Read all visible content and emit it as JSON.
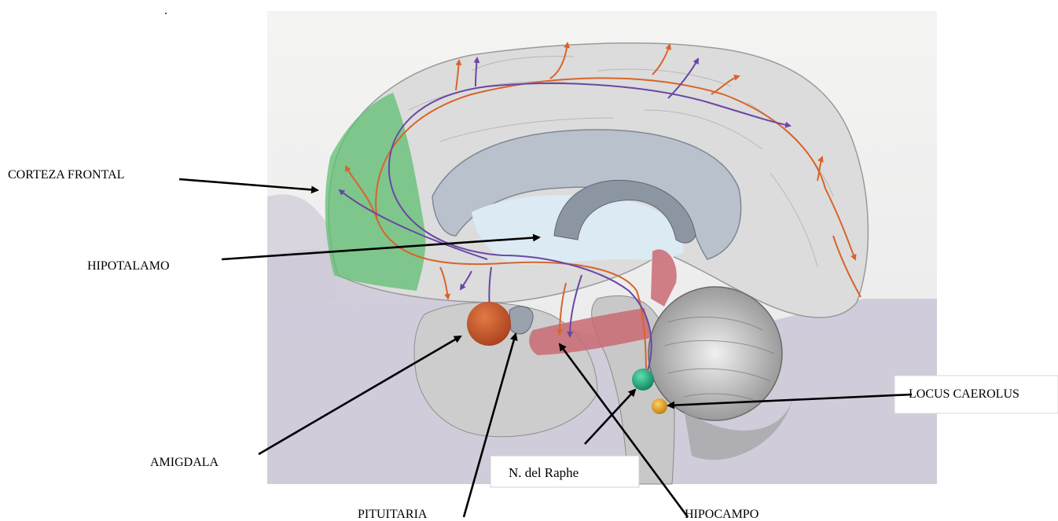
{
  "dot": ".",
  "labels": {
    "corteza_frontal": "CORTEZA FRONTAL",
    "hipotalamo": "HIPOTALAMO",
    "amigdala": "AMIGDALA",
    "pituitaria": "PITUITARIA",
    "hipocampo": "HIPOCAMPO",
    "locus_caerolus": "LOCUS CAEROLUS",
    "raphe": "N. del Raphe"
  },
  "colors": {
    "serotonin_pathway": "#6a47a3",
    "norepinephrine_pathway": "#d9642b",
    "frontal_cortex": "#5fbf72",
    "amygdala": "#c0532b",
    "hippocampus": "#c96a72",
    "raphe_nucleus": "#1fa37a",
    "locus": "#e0a020"
  }
}
